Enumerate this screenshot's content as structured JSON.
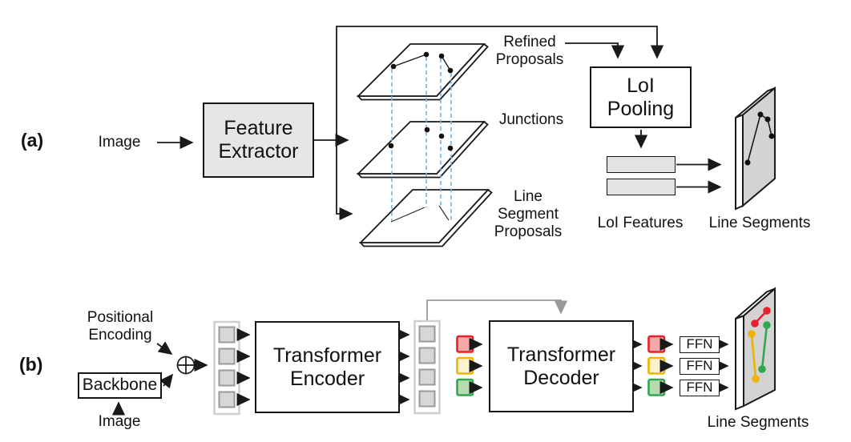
{
  "colors": {
    "ink": "#1a1a1a",
    "box_gray": "#e6e6e6",
    "panel_gray": "#d3d3d3",
    "dashed_blue": "#74b2dc",
    "skip_gray": "#999999",
    "token_fill": "#d7d7d7",
    "token_border": "#9a9a9a",
    "column_border": "#cfcfcf",
    "red": "#e8212a",
    "red_fill": "#f5a8a8",
    "yellow": "#f0b400",
    "yellow_fill": "#fcf3cd",
    "green": "#2fa84f",
    "green_fill": "#b9d9b0"
  },
  "panel_a": {
    "tag": "(a)",
    "input_label": "Image",
    "feature_extractor": "Feature\nExtractor",
    "refined_proposals": "Refined\nProposals",
    "junctions": "Junctions",
    "line_segment_proposals": "Line\nSegment\nProposals",
    "loi_pooling": "LoI\nPooling",
    "loi_features": "LoI Features",
    "line_segments": "Line Segments"
  },
  "panel_b": {
    "tag": "(b)",
    "positional_encoding": "Positional\nEncoding",
    "backbone": "Backbone",
    "input_label": "Image",
    "encoder": "Transformer\nEncoder",
    "decoder": "Transformer\nDecoder",
    "ffn_labels": [
      "FFN",
      "FFN",
      "FFN"
    ],
    "line_segments": "Line Segments"
  }
}
